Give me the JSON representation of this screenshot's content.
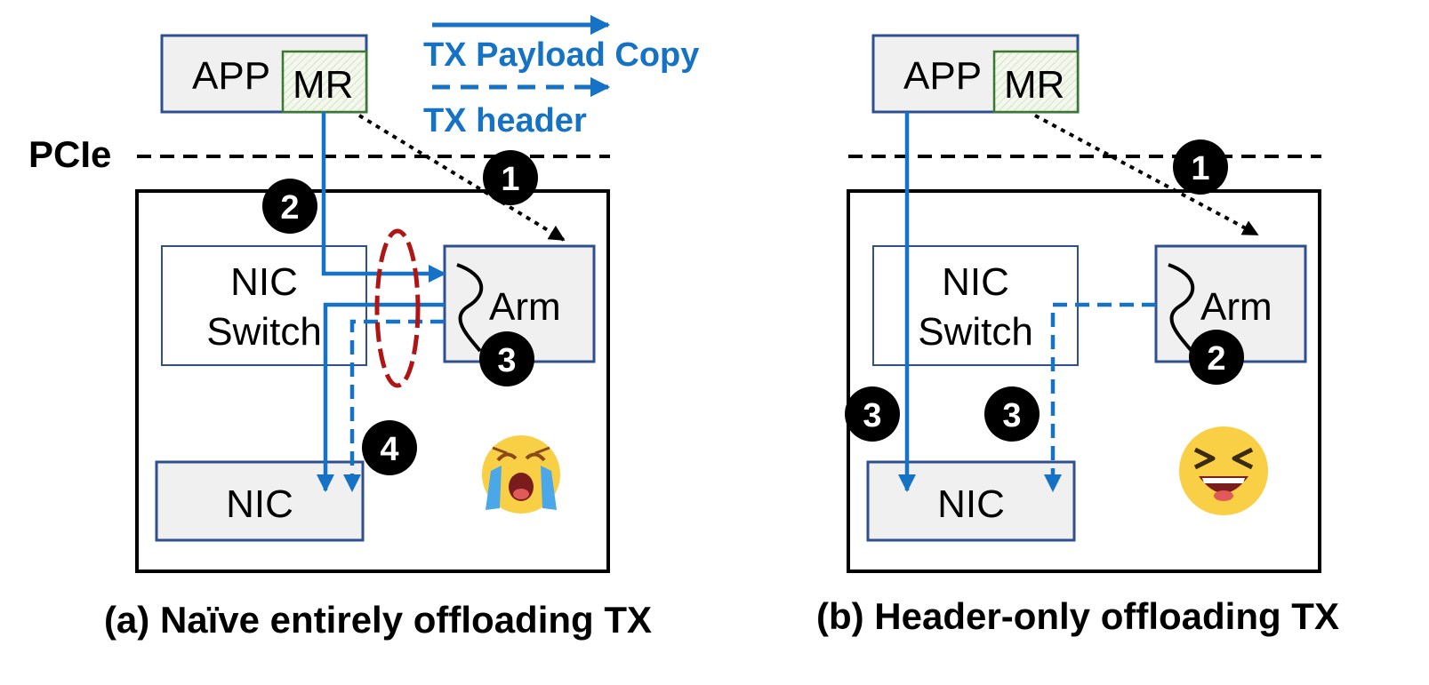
{
  "legend": {
    "payload_copy": "TX Payload Copy",
    "header": "TX header"
  },
  "pcie_label": "PCIe",
  "colors": {
    "blue": "#1672c4",
    "box_border": "#2f4f8f",
    "box_fill": "#f0f0f0",
    "mr_border": "#3b7a2e",
    "red": "#b01515",
    "black": "#000000"
  },
  "panel_a": {
    "app": "APP",
    "mr": "MR",
    "nic_switch_line1": "NIC",
    "nic_switch_line2": "Switch",
    "arm": "Arm",
    "nic": "NIC",
    "steps": [
      "1",
      "2",
      "3",
      "4"
    ],
    "emoji": "crying-face",
    "caption": "(a) Naïve entirely offloading TX"
  },
  "panel_b": {
    "app": "APP",
    "mr": "MR",
    "nic_switch_line1": "NIC",
    "nic_switch_line2": "Switch",
    "arm": "Arm",
    "nic": "NIC",
    "steps": [
      "1",
      "2",
      "3",
      "3"
    ],
    "emoji": "laughing-face",
    "caption": "(b) Header-only offloading TX"
  }
}
